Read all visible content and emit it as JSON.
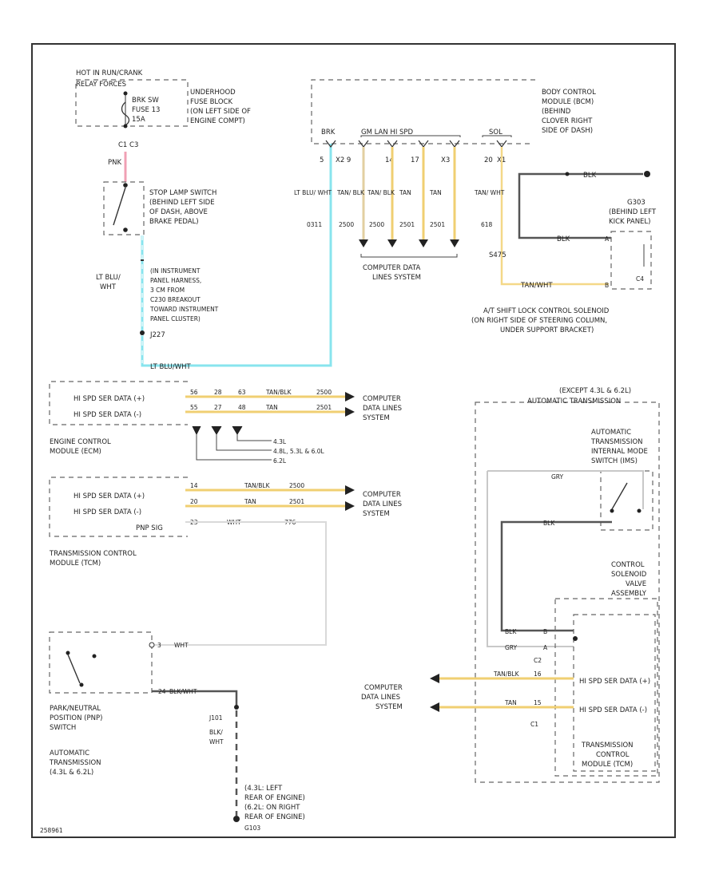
{
  "diagram": {
    "fuse_block": {
      "title": [
        "HOT IN RUN/CRANK",
        "RELAY FORCES"
      ],
      "fuse_label": [
        "BRK SW",
        "FUSE 13",
        "15A"
      ],
      "location": [
        "UNDERHOOD",
        "FUSE BLOCK",
        "(ON LEFT SIDE OF",
        "ENGINE COMPT)"
      ],
      "connector": "C1  C3",
      "wire": "PNK"
    },
    "stop_lamp_switch": {
      "label": [
        "STOP LAMP SWITCH",
        "(BEHIND LEFT SIDE",
        "OF DASH, ABOVE",
        "BRAKE PEDAL)"
      ],
      "wire": [
        "LT BLU/",
        "WHT"
      ],
      "harness_note": [
        "(IN INSTRUMENT",
        "PANEL HARNESS,",
        "3 CM FROM",
        "C230 BREAKOUT",
        "TOWARD INSTRUMENT",
        "PANEL CLUSTER)"
      ],
      "splice": "J227",
      "bottom_wire": "LT BLU/WHT"
    },
    "bcm": {
      "label": [
        "BODY CONTROL",
        "MODULE (BCM)",
        "(BEHIND",
        "CLOVER RIGHT",
        "SIDE OF DASH)"
      ],
      "pin_groups": [
        "BRK",
        "GM LAN HI SPD",
        "SOL"
      ],
      "pins": [
        "5",
        "X2 9",
        "14",
        "17",
        "X3",
        "20",
        "X1"
      ],
      "wires": [
        "LT BLU/ WHT",
        "TAN/ BLK",
        "TAN/ BLK",
        "TAN",
        "TAN",
        "TAN/ WHT"
      ],
      "circuits": [
        "0311",
        "2500",
        "2500",
        "2501",
        "2501",
        "618"
      ],
      "bottom_label": [
        "COMPUTER DATA",
        "LINES SYSTEM"
      ]
    },
    "ground": {
      "wire": "BLK",
      "label": [
        "G303",
        "(BEHIND LEFT",
        "KICK PANEL)"
      ],
      "splice": "S475"
    },
    "shift_lock": {
      "connector": "C4",
      "wires": [
        "BLK",
        "TAN/WHT"
      ],
      "terminals": [
        "A",
        "B"
      ],
      "label": [
        "A/T SHIFT LOCK CONTROL SOLENOID",
        "(ON RIGHT SIDE OF STEERING COLUMN,",
        "UNDER SUPPORT BRACKET)"
      ]
    },
    "ecm": {
      "signals": [
        "HI SPD SER DATA (+)",
        "HI SPD SER DATA (-)"
      ],
      "rows": [
        {
          "pins": [
            "56",
            "28",
            "63"
          ],
          "wire": "TAN/BLK",
          "circuit": "2500"
        },
        {
          "pins": [
            "55",
            "27",
            "48"
          ],
          "wire": "TAN",
          "circuit": "2501"
        }
      ],
      "options": [
        "4.3L",
        "4.8L, 5.3L & 6.0L",
        "6.2L"
      ],
      "label": [
        "ENGINE CONTROL",
        "MODULE (ECM)"
      ],
      "arrow_label": [
        "COMPUTER",
        "DATA LINES",
        "SYSTEM"
      ]
    },
    "tcm": {
      "signals": [
        "HI SPD SER DATA (+)",
        "HI SPD SER DATA (-)"
      ],
      "rows": [
        {
          "pin": "14",
          "wire": "TAN/BLK",
          "circuit": "2500"
        },
        {
          "pin": "20",
          "wire": "TAN",
          "circuit": "2501"
        }
      ],
      "pnp_row": {
        "pin": "23",
        "wire": "WHT",
        "circuit": "776"
      },
      "pnp_signal": "PNP SIG",
      "label": [
        "TRANSMISSION CONTROL",
        "MODULE (TCM)"
      ],
      "arrow_label": [
        "COMPUTER",
        "DATA LINES",
        "SYSTEM"
      ]
    },
    "pnp_switch": {
      "pin": "3",
      "wire_top": "WHT",
      "wire_bottom": "BLK/WHT",
      "pin_bottom": "24",
      "splice": "J101",
      "label": [
        "PARK/NEUTRAL",
        "POSITION (PNP)",
        "SWITCH"
      ],
      "trans_label": [
        "AUTOMATIC",
        "TRANSMISSION",
        "(4.3L & 6.2L)"
      ],
      "ground_wire": [
        "BLK/",
        "WHT"
      ],
      "ground_label": [
        "(4.3L: LEFT",
        "REAR OF ENGINE)",
        "(6.2L: ON RIGHT",
        "REAR OF ENGINE)"
      ],
      "ground_id": "G103"
    },
    "except_group": {
      "title": [
        "(EXCEPT 4.3L & 6.2L)",
        "AUTOMATIC TRANSMISSION"
      ],
      "mode_switch": [
        "AUTOMATIC",
        "TRANSMISSION",
        "INTERNAL MODE",
        "SWITCH (IMS)"
      ],
      "mode_wires": [
        "GRY",
        "BLK"
      ],
      "control_valve": [
        "CONTROL",
        "SOLENOID",
        "VALVE",
        "ASSEMBLY"
      ],
      "cv_wires": [
        "BLK",
        "GRY"
      ],
      "cv_pins": [
        "B",
        "A",
        "C2"
      ],
      "data_wires": [
        {
          "wire": "TAN/BLK",
          "pin": "16"
        },
        {
          "wire": "TAN",
          "pin": "15"
        }
      ],
      "data_labels": [
        "HI SPD SER DATA (+)",
        "HI SPD SER DATA (-)"
      ],
      "connector": "C1",
      "data_system": [
        "COMPUTER",
        "DATA LINES",
        "SYSTEM"
      ],
      "tcm_label": [
        "TRANSMISSION",
        "CONTROL",
        "MODULE (TCM)"
      ]
    },
    "figure_id": "258961"
  }
}
